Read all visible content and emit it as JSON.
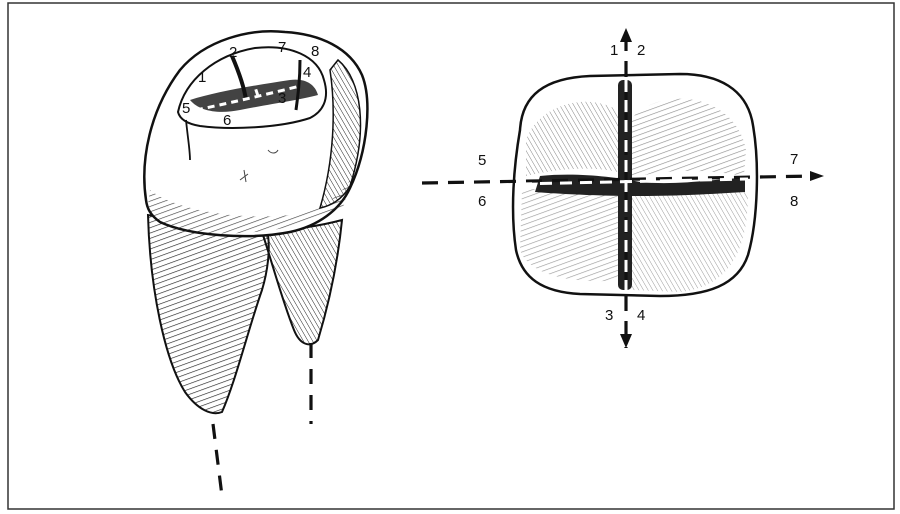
{
  "side_view": {
    "labels": [
      "1",
      "2",
      "3",
      "4",
      "5",
      "6",
      "7",
      "8"
    ]
  },
  "occlusal_view": {
    "labels": [
      "1",
      "2",
      "3",
      "4",
      "5",
      "6",
      "7",
      "8"
    ]
  }
}
